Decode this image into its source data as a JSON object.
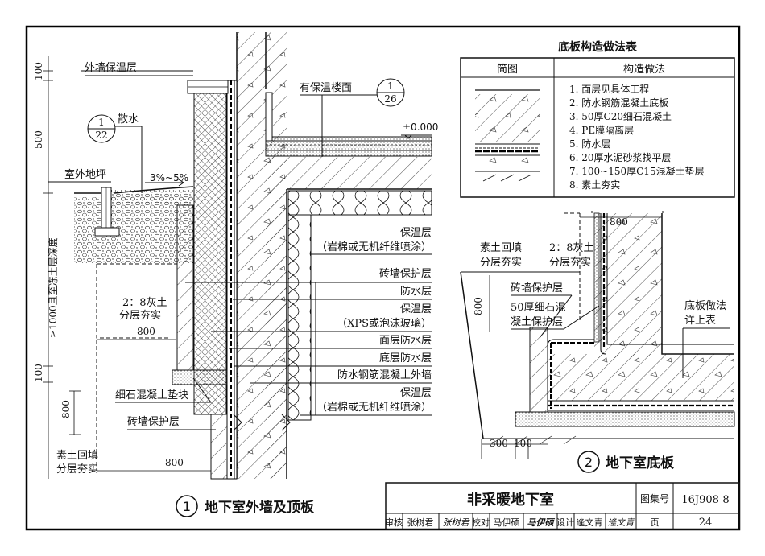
{
  "table": {
    "title": "底板构造做法表",
    "header_sketch": "简图",
    "header_method": "构造做法",
    "rows": [
      "1. 面层见具体工程",
      "2. 防水钢筋混凝土底板",
      "3. 50厚C20细石混凝土",
      "4. PE膜隔离层",
      "5. 防水层",
      "6. 20厚水泥砂浆找平层",
      "7. 100~150厚C15混凝土垫层",
      "8. 素土夯实"
    ]
  },
  "detail1": {
    "number": "1",
    "title": "地下室外墙及顶板",
    "ext_insulation": "外墙保温层",
    "ref_a_num": "1",
    "ref_a_sheet": "22",
    "sanshui": "散水",
    "outdoor_ground": "室外地坪",
    "slope": "3%~5%",
    "insul_floor": "有保温楼面",
    "ref_b_num": "1",
    "ref_b_sheet": "26",
    "elevation": "±0.000",
    "frost_depth": "≥1000且至冻土层深度",
    "lime_soil": "2：8灰土",
    "lime_soil2": "分层夯实",
    "pad": "细石混凝土垫块",
    "brick_protect": "砖墙保护层",
    "backfill": "素土回填",
    "backfill2": "分层夯实",
    "dims": {
      "d100a": "100",
      "d500": "500",
      "d100b": "100",
      "d800v": "800",
      "d800h1": "800",
      "d800h2": "800"
    },
    "layers": [
      "保温层",
      "（岩棉或无机纤维喷涂）",
      "砖墙保护层",
      "防水层",
      "保温层",
      "（XPS或泡沫玻璃）",
      "面层防水层",
      "底层防水层",
      "防水钢筋混凝土外墙",
      "保温层",
      "（岩棉或无机纤维喷涂）"
    ]
  },
  "detail2": {
    "number": "2",
    "title": "地下室底板",
    "d800top": "800",
    "backfill": "素土回填",
    "backfill2": "分层夯实",
    "lime_soil": "2：8灰土",
    "lime_soil2": "分层夯实",
    "d800v": "800",
    "brick_protect": "砖墙保护层",
    "fine_concrete": "50厚细石混",
    "fine_concrete2": "凝土保护层",
    "floor_method": "底板做法",
    "floor_method2": "详上表",
    "d300": "300",
    "d100": "100"
  },
  "title_block": {
    "title": "非采暖地下室",
    "atlas_label": "图集号",
    "atlas_no": "16J908-8",
    "review_label": "审核",
    "reviewer": "张树君",
    "reviewer_sig": "张树君",
    "check_label": "校对",
    "checker": "马伊硕",
    "checker_sig": "马伊硕",
    "design_label": "设计",
    "designer": "逄文青",
    "designer_sig": "逄文青",
    "page_label": "页",
    "page_no": "24"
  }
}
